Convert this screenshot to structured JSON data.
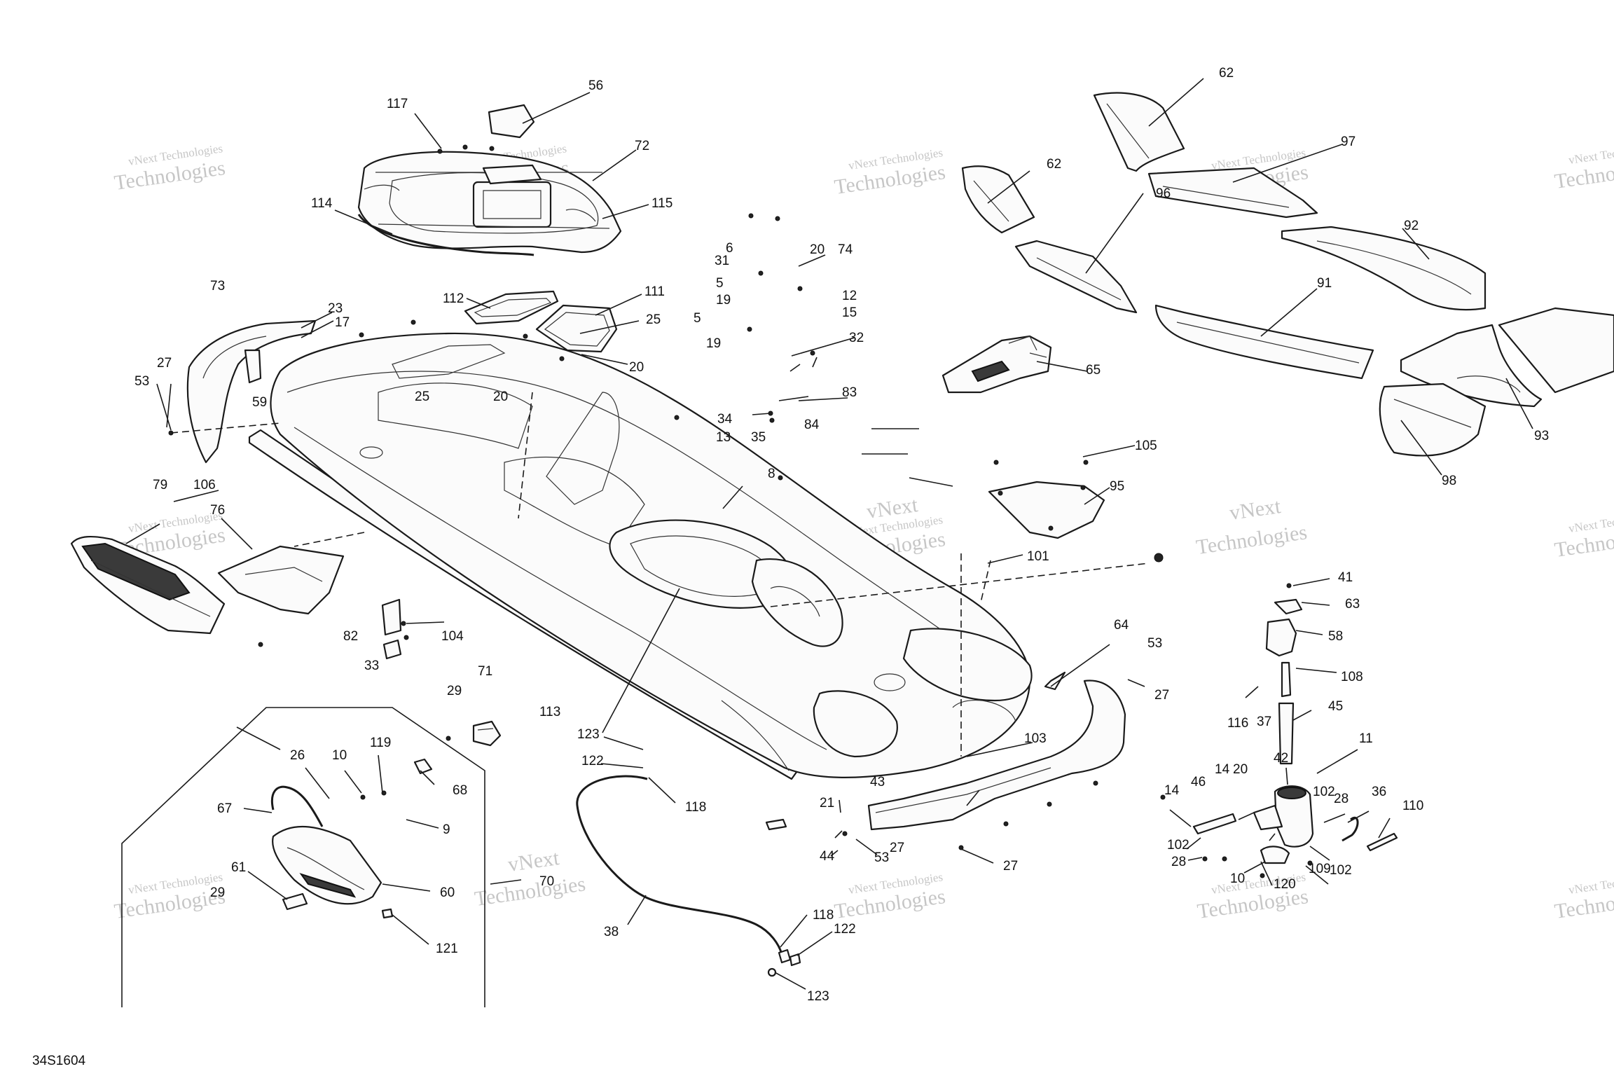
{
  "figure_id": "34S1604",
  "watermark": {
    "small": "vNext Technologies",
    "line1": "vNext",
    "line2": "Technologies"
  },
  "callouts": [
    "56",
    "117",
    "72",
    "115",
    "114",
    "112",
    "111",
    "25",
    "20",
    "6",
    "31",
    "5",
    "19",
    "74",
    "12",
    "15",
    "32",
    "5",
    "19",
    "20",
    "23",
    "17",
    "73",
    "27",
    "53",
    "59",
    "25",
    "20",
    "34",
    "13",
    "35",
    "84",
    "83",
    "8",
    "106",
    "79",
    "76",
    "82",
    "104",
    "33",
    "62",
    "97",
    "62",
    "96",
    "92",
    "91",
    "65",
    "93",
    "98",
    "105",
    "95",
    "101",
    "41",
    "63",
    "58",
    "108",
    "116",
    "37",
    "45",
    "64",
    "53",
    "27",
    "29",
    "71",
    "113",
    "103",
    "123",
    "122",
    "118",
    "119",
    "10",
    "26",
    "68",
    "67",
    "9",
    "61",
    "60",
    "29",
    "121",
    "70",
    "38",
    "118",
    "122",
    "123",
    "21",
    "43",
    "27",
    "44",
    "53",
    "27",
    "11",
    "42",
    "14",
    "20",
    "46",
    "14",
    "102",
    "28",
    "102",
    "28",
    "109",
    "102",
    "120",
    "10",
    "36",
    "110"
  ]
}
